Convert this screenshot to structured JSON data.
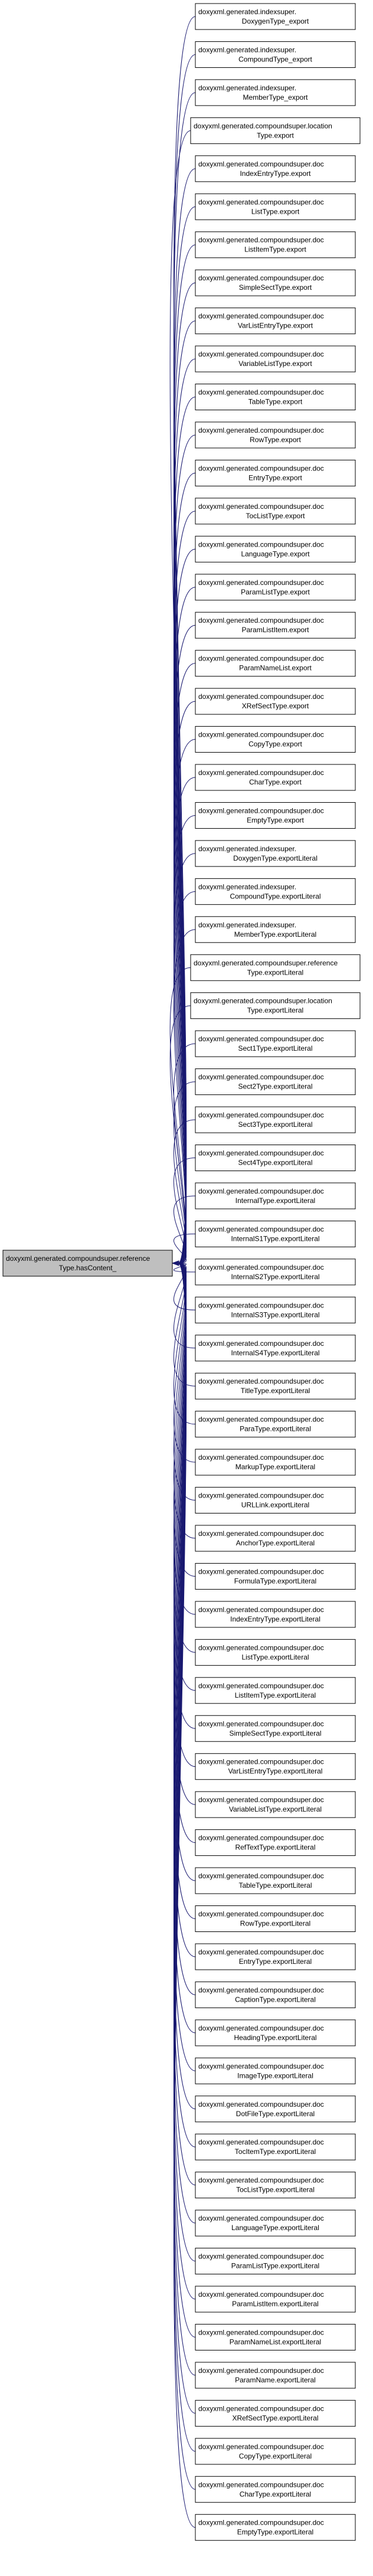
{
  "root": {
    "lines": [
      "doxyxml.generated.compoundsuper.reference",
      "Type.hasContent_"
    ]
  },
  "nodes": [
    {
      "lines": [
        "doxyxml.generated.indexsuper.",
        "DoxygenType_export"
      ]
    },
    {
      "lines": [
        "doxyxml.generated.indexsuper.",
        "CompoundType_export"
      ]
    },
    {
      "lines": [
        "doxyxml.generated.indexsuper.",
        "MemberType_export"
      ]
    },
    {
      "lines": [
        "doxyxml.generated.compoundsuper.location",
        "Type.export"
      ]
    },
    {
      "lines": [
        "doxyxml.generated.compoundsuper.doc",
        "IndexEntryType.export"
      ]
    },
    {
      "lines": [
        "doxyxml.generated.compoundsuper.doc",
        "ListType.export"
      ]
    },
    {
      "lines": [
        "doxyxml.generated.compoundsuper.doc",
        "ListItemType.export"
      ]
    },
    {
      "lines": [
        "doxyxml.generated.compoundsuper.doc",
        "SimpleSectType.export"
      ]
    },
    {
      "lines": [
        "doxyxml.generated.compoundsuper.doc",
        "VarListEntryType.export"
      ]
    },
    {
      "lines": [
        "doxyxml.generated.compoundsuper.doc",
        "VariableListType.export"
      ]
    },
    {
      "lines": [
        "doxyxml.generated.compoundsuper.doc",
        "TableType.export"
      ]
    },
    {
      "lines": [
        "doxyxml.generated.compoundsuper.doc",
        "RowType.export"
      ]
    },
    {
      "lines": [
        "doxyxml.generated.compoundsuper.doc",
        "EntryType.export"
      ]
    },
    {
      "lines": [
        "doxyxml.generated.compoundsuper.doc",
        "TocListType.export"
      ]
    },
    {
      "lines": [
        "doxyxml.generated.compoundsuper.doc",
        "LanguageType.export"
      ]
    },
    {
      "lines": [
        "doxyxml.generated.compoundsuper.doc",
        "ParamListType.export"
      ]
    },
    {
      "lines": [
        "doxyxml.generated.compoundsuper.doc",
        "ParamListItem.export"
      ]
    },
    {
      "lines": [
        "doxyxml.generated.compoundsuper.doc",
        "ParamNameList.export"
      ]
    },
    {
      "lines": [
        "doxyxml.generated.compoundsuper.doc",
        "XRefSectType.export"
      ]
    },
    {
      "lines": [
        "doxyxml.generated.compoundsuper.doc",
        "CopyType.export"
      ]
    },
    {
      "lines": [
        "doxyxml.generated.compoundsuper.doc",
        "CharType.export"
      ]
    },
    {
      "lines": [
        "doxyxml.generated.compoundsuper.doc",
        "EmptyType.export"
      ]
    },
    {
      "lines": [
        "doxyxml.generated.indexsuper.",
        "DoxygenType.exportLiteral"
      ]
    },
    {
      "lines": [
        "doxyxml.generated.indexsuper.",
        "CompoundType.exportLiteral"
      ]
    },
    {
      "lines": [
        "doxyxml.generated.indexsuper.",
        "MemberType.exportLiteral"
      ]
    },
    {
      "lines": [
        "doxyxml.generated.compoundsuper.reference",
        "Type.exportLiteral"
      ]
    },
    {
      "lines": [
        "doxyxml.generated.compoundsuper.location",
        "Type.exportLiteral"
      ]
    },
    {
      "lines": [
        "doxyxml.generated.compoundsuper.doc",
        "Sect1Type.exportLiteral"
      ]
    },
    {
      "lines": [
        "doxyxml.generated.compoundsuper.doc",
        "Sect2Type.exportLiteral"
      ]
    },
    {
      "lines": [
        "doxyxml.generated.compoundsuper.doc",
        "Sect3Type.exportLiteral"
      ]
    },
    {
      "lines": [
        "doxyxml.generated.compoundsuper.doc",
        "Sect4Type.exportLiteral"
      ]
    },
    {
      "lines": [
        "doxyxml.generated.compoundsuper.doc",
        "InternalType.exportLiteral"
      ]
    },
    {
      "lines": [
        "doxyxml.generated.compoundsuper.doc",
        "InternalS1Type.exportLiteral"
      ]
    },
    {
      "lines": [
        "doxyxml.generated.compoundsuper.doc",
        "InternalS2Type.exportLiteral"
      ]
    },
    {
      "lines": [
        "doxyxml.generated.compoundsuper.doc",
        "InternalS3Type.exportLiteral"
      ]
    },
    {
      "lines": [
        "doxyxml.generated.compoundsuper.doc",
        "InternalS4Type.exportLiteral"
      ]
    },
    {
      "lines": [
        "doxyxml.generated.compoundsuper.doc",
        "TitleType.exportLiteral"
      ]
    },
    {
      "lines": [
        "doxyxml.generated.compoundsuper.doc",
        "ParaType.exportLiteral"
      ]
    },
    {
      "lines": [
        "doxyxml.generated.compoundsuper.doc",
        "MarkupType.exportLiteral"
      ]
    },
    {
      "lines": [
        "doxyxml.generated.compoundsuper.doc",
        "URLLink.exportLiteral"
      ]
    },
    {
      "lines": [
        "doxyxml.generated.compoundsuper.doc",
        "AnchorType.exportLiteral"
      ]
    },
    {
      "lines": [
        "doxyxml.generated.compoundsuper.doc",
        "FormulaType.exportLiteral"
      ]
    },
    {
      "lines": [
        "doxyxml.generated.compoundsuper.doc",
        "IndexEntryType.exportLiteral"
      ]
    },
    {
      "lines": [
        "doxyxml.generated.compoundsuper.doc",
        "ListType.exportLiteral"
      ]
    },
    {
      "lines": [
        "doxyxml.generated.compoundsuper.doc",
        "ListItemType.exportLiteral"
      ]
    },
    {
      "lines": [
        "doxyxml.generated.compoundsuper.doc",
        "SimpleSectType.exportLiteral"
      ]
    },
    {
      "lines": [
        "doxyxml.generated.compoundsuper.doc",
        "VarListEntryType.exportLiteral"
      ]
    },
    {
      "lines": [
        "doxyxml.generated.compoundsuper.doc",
        "VariableListType.exportLiteral"
      ]
    },
    {
      "lines": [
        "doxyxml.generated.compoundsuper.doc",
        "RefTextType.exportLiteral"
      ]
    },
    {
      "lines": [
        "doxyxml.generated.compoundsuper.doc",
        "TableType.exportLiteral"
      ]
    },
    {
      "lines": [
        "doxyxml.generated.compoundsuper.doc",
        "RowType.exportLiteral"
      ]
    },
    {
      "lines": [
        "doxyxml.generated.compoundsuper.doc",
        "EntryType.exportLiteral"
      ]
    },
    {
      "lines": [
        "doxyxml.generated.compoundsuper.doc",
        "CaptionType.exportLiteral"
      ]
    },
    {
      "lines": [
        "doxyxml.generated.compoundsuper.doc",
        "HeadingType.exportLiteral"
      ]
    },
    {
      "lines": [
        "doxyxml.generated.compoundsuper.doc",
        "ImageType.exportLiteral"
      ]
    },
    {
      "lines": [
        "doxyxml.generated.compoundsuper.doc",
        "DotFileType.exportLiteral"
      ]
    },
    {
      "lines": [
        "doxyxml.generated.compoundsuper.doc",
        "TocItemType.exportLiteral"
      ]
    },
    {
      "lines": [
        "doxyxml.generated.compoundsuper.doc",
        "TocListType.exportLiteral"
      ]
    },
    {
      "lines": [
        "doxyxml.generated.compoundsuper.doc",
        "LanguageType.exportLiteral"
      ]
    },
    {
      "lines": [
        "doxyxml.generated.compoundsuper.doc",
        "ParamListType.exportLiteral"
      ]
    },
    {
      "lines": [
        "doxyxml.generated.compoundsuper.doc",
        "ParamListItem.exportLiteral"
      ]
    },
    {
      "lines": [
        "doxyxml.generated.compoundsuper.doc",
        "ParamNameList.exportLiteral"
      ]
    },
    {
      "lines": [
        "doxyxml.generated.compoundsuper.doc",
        "ParamName.exportLiteral"
      ]
    },
    {
      "lines": [
        "doxyxml.generated.compoundsuper.doc",
        "XRefSectType.exportLiteral"
      ]
    },
    {
      "lines": [
        "doxyxml.generated.compoundsuper.doc",
        "CopyType.exportLiteral"
      ]
    },
    {
      "lines": [
        "doxyxml.generated.compoundsuper.doc",
        "CharType.exportLiteral"
      ]
    },
    {
      "lines": [
        "doxyxml.generated.compoundsuper.doc",
        "EmptyType.exportLiteral"
      ]
    }
  ],
  "colors": {
    "edge": "#191970",
    "root_fill": "#bfbfbf",
    "node_fill": "#ffffff",
    "border": "#000000"
  }
}
